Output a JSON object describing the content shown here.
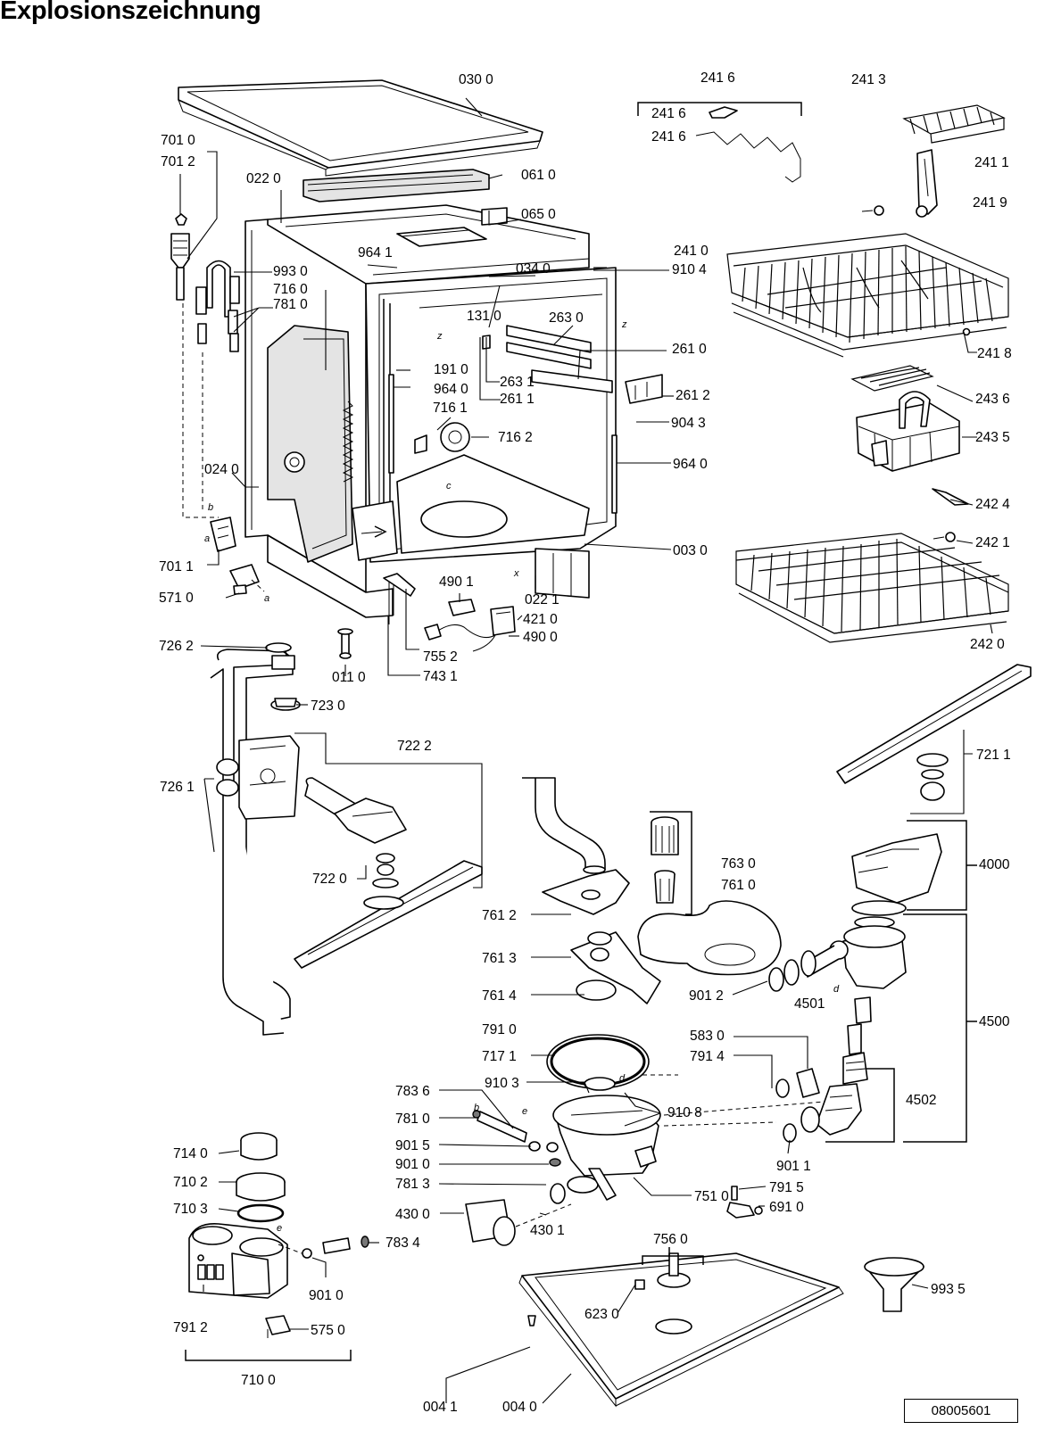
{
  "title": "Explosionszeichnung",
  "document_number": "08005601",
  "part_labels": [
    {
      "id": "p0300",
      "text": "030 0"
    },
    {
      "id": "p2416a",
      "text": "241 6"
    },
    {
      "id": "p2416b",
      "text": "241 6"
    },
    {
      "id": "p2416c",
      "text": "241 6"
    },
    {
      "id": "p2413",
      "text": "241 3"
    },
    {
      "id": "p2411",
      "text": "241 1"
    },
    {
      "id": "p2419",
      "text": "241 9"
    },
    {
      "id": "p7010",
      "text": "701 0"
    },
    {
      "id": "p7012",
      "text": "701 2"
    },
    {
      "id": "p0220",
      "text": "022 0"
    },
    {
      "id": "p0610",
      "text": "061 0"
    },
    {
      "id": "p0650",
      "text": "065 0"
    },
    {
      "id": "p9641a",
      "text": "964 1"
    },
    {
      "id": "p0340",
      "text": "034 0"
    },
    {
      "id": "p9104",
      "text": "910 4"
    },
    {
      "id": "p2410",
      "text": "241 0"
    },
    {
      "id": "p9930",
      "text": "993 0"
    },
    {
      "id": "p7160",
      "text": "716 0"
    },
    {
      "id": "p7810a",
      "text": "781 0"
    },
    {
      "id": "p1310",
      "text": "131 0"
    },
    {
      "id": "p2630",
      "text": "263 0"
    },
    {
      "id": "p2610",
      "text": "261 0"
    },
    {
      "id": "p2418",
      "text": "241 8"
    },
    {
      "id": "p1910",
      "text": "191 0"
    },
    {
      "id": "p9640a",
      "text": "964 0"
    },
    {
      "id": "p2631",
      "text": "263 1"
    },
    {
      "id": "p2611",
      "text": "261 1"
    },
    {
      "id": "p2612",
      "text": "261 2"
    },
    {
      "id": "p2436",
      "text": "243 6"
    },
    {
      "id": "p7161",
      "text": "716 1"
    },
    {
      "id": "p9043",
      "text": "904 3"
    },
    {
      "id": "p7162",
      "text": "716 2"
    },
    {
      "id": "p2435",
      "text": "243 5"
    },
    {
      "id": "p9640b",
      "text": "964 0"
    },
    {
      "id": "p0240",
      "text": "024 0"
    },
    {
      "id": "p2424",
      "text": "242 4"
    },
    {
      "id": "p2421",
      "text": "242 1"
    },
    {
      "id": "p0030",
      "text": "003 0"
    },
    {
      "id": "p7011",
      "text": "701 1"
    },
    {
      "id": "p5710",
      "text": "571 0"
    },
    {
      "id": "p4901",
      "text": "490 1"
    },
    {
      "id": "p0221",
      "text": "022 1"
    },
    {
      "id": "p4210",
      "text": "421 0"
    },
    {
      "id": "p4900",
      "text": "490 0"
    },
    {
      "id": "p2420",
      "text": "242 0"
    },
    {
      "id": "p7262",
      "text": "726 2"
    },
    {
      "id": "p7552",
      "text": "755 2"
    },
    {
      "id": "p0110",
      "text": "011 0"
    },
    {
      "id": "p7431",
      "text": "743 1"
    },
    {
      "id": "p7230",
      "text": "723 0"
    },
    {
      "id": "p7222",
      "text": "722 2"
    },
    {
      "id": "p7211",
      "text": "721 1"
    },
    {
      "id": "p7261",
      "text": "726 1"
    },
    {
      "id": "p7630",
      "text": "763 0"
    },
    {
      "id": "p7610",
      "text": "761 0"
    },
    {
      "id": "p4000",
      "text": "4000"
    },
    {
      "id": "p7220",
      "text": "722 0"
    },
    {
      "id": "p7612",
      "text": "761 2"
    },
    {
      "id": "p7613",
      "text": "761 3"
    },
    {
      "id": "p9012",
      "text": "901 2"
    },
    {
      "id": "p4501",
      "text": "4501"
    },
    {
      "id": "p7614",
      "text": "761 4"
    },
    {
      "id": "p4500",
      "text": "4500"
    },
    {
      "id": "p7910",
      "text": "791 0"
    },
    {
      "id": "p5830",
      "text": "583 0"
    },
    {
      "id": "p7171",
      "text": "717 1"
    },
    {
      "id": "p7914",
      "text": "791 4"
    },
    {
      "id": "p9103",
      "text": "910 3"
    },
    {
      "id": "p7836",
      "text": "783 6"
    },
    {
      "id": "p9108",
      "text": "910 8"
    },
    {
      "id": "p4502",
      "text": "4502"
    },
    {
      "id": "p7810b",
      "text": "781 0"
    },
    {
      "id": "p9015",
      "text": "901 5"
    },
    {
      "id": "p9011",
      "text": "901 1"
    },
    {
      "id": "p7140",
      "text": "714 0"
    },
    {
      "id": "p9010a",
      "text": "901 0"
    },
    {
      "id": "p7102",
      "text": "710 2"
    },
    {
      "id": "p7813",
      "text": "781 3"
    },
    {
      "id": "p7510",
      "text": "751 0"
    },
    {
      "id": "p7915",
      "text": "791 5"
    },
    {
      "id": "p7103",
      "text": "710 3"
    },
    {
      "id": "p4300",
      "text": "430 0"
    },
    {
      "id": "p6910",
      "text": "691 0"
    },
    {
      "id": "p4301",
      "text": "430 1"
    },
    {
      "id": "p7560",
      "text": "756 0"
    },
    {
      "id": "p7834",
      "text": "783 4"
    },
    {
      "id": "p9010b",
      "text": "901 0"
    },
    {
      "id": "p9935",
      "text": "993 5"
    },
    {
      "id": "p6230",
      "text": "623 0"
    },
    {
      "id": "p7912",
      "text": "791 2"
    },
    {
      "id": "p5750",
      "text": "575 0"
    },
    {
      "id": "p7100",
      "text": "710 0"
    },
    {
      "id": "p0041",
      "text": "004 1"
    },
    {
      "id": "p0040",
      "text": "004 0"
    }
  ],
  "reference_letters": [
    {
      "id": "r_z1",
      "text": "z"
    },
    {
      "id": "r_z2",
      "text": "z"
    },
    {
      "id": "r_c",
      "text": "c"
    },
    {
      "id": "r_x",
      "text": "x"
    },
    {
      "id": "r_b1",
      "text": "b"
    },
    {
      "id": "r_a1",
      "text": "a"
    },
    {
      "id": "r_a2",
      "text": "a"
    },
    {
      "id": "r_b2",
      "text": "b"
    },
    {
      "id": "r_e1",
      "text": "e"
    },
    {
      "id": "r_e2",
      "text": "e"
    },
    {
      "id": "r_d1",
      "text": "d"
    },
    {
      "id": "r_d2",
      "text": "d"
    }
  ]
}
